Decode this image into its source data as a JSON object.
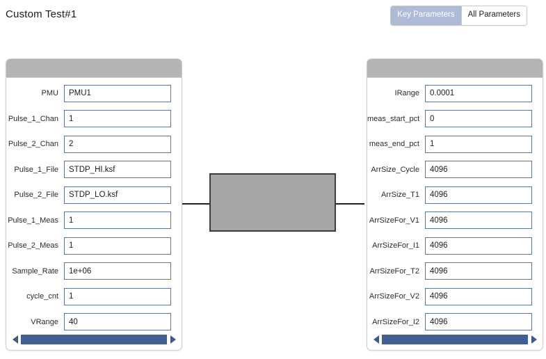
{
  "header": {
    "title": "Custom Test#1",
    "toggle": {
      "options": [
        "Key Parameters",
        "All Parameters"
      ],
      "selected": "Key Parameters",
      "active_bg": "#aebbd6",
      "active_fg": "#ffffff"
    }
  },
  "colors": {
    "panel_header": "#b4b4b4",
    "input_border": "#5b7296",
    "scrollbar_thumb": "#3f5f93",
    "device_fill": "#a6a6a6",
    "device_stroke": "#3a3a3a",
    "page_background": "#ffffff"
  },
  "left_panel": {
    "name": "key-parameters-left",
    "rows": [
      {
        "label": "PMU",
        "value": "PMU1"
      },
      {
        "label": "Pulse_1_Chan",
        "value": "1"
      },
      {
        "label": "Pulse_2_Chan",
        "value": "2"
      },
      {
        "label": "Pulse_1_File",
        "value": "STDP_HI.ksf"
      },
      {
        "label": "Pulse_2_File",
        "value": "STDP_LO.ksf"
      },
      {
        "label": "Pulse_1_Meas",
        "value": "1"
      },
      {
        "label": "Pulse_2_Meas",
        "value": "1"
      },
      {
        "label": "Sample_Rate",
        "value": "1e+06"
      },
      {
        "label": "cycle_cnt",
        "value": "1"
      },
      {
        "label": "VRange",
        "value": "40"
      }
    ],
    "scrollbar": {
      "left_arrow_icon": "triangle-left-icon",
      "right_arrow_icon": "triangle-right-icon",
      "thumb_fraction": 1.0
    }
  },
  "right_panel": {
    "name": "key-parameters-right",
    "rows": [
      {
        "label": "IRange",
        "value": "0.0001"
      },
      {
        "label": "meas_start_pct",
        "value": "0"
      },
      {
        "label": "meas_end_pct",
        "value": "1"
      },
      {
        "label": "ArrSize_Cycle",
        "value": "4096"
      },
      {
        "label": "ArrSize_T1",
        "value": "4096"
      },
      {
        "label": "ArrSizeFor_V1",
        "value": "4096"
      },
      {
        "label": "ArrSizeFor_I1",
        "value": "4096"
      },
      {
        "label": "ArrSizeFor_T2",
        "value": "4096"
      },
      {
        "label": "ArrSizeFor_V2",
        "value": "4096"
      },
      {
        "label": "ArrSizeFor_I2",
        "value": "4096"
      }
    ],
    "scrollbar": {
      "left_arrow_icon": "triangle-left-icon",
      "right_arrow_icon": "triangle-right-icon",
      "thumb_fraction": 1.0
    }
  },
  "device": {
    "name": "device-under-test",
    "label": "",
    "left_terminal": "terminal-left",
    "right_terminal": "terminal-right"
  }
}
